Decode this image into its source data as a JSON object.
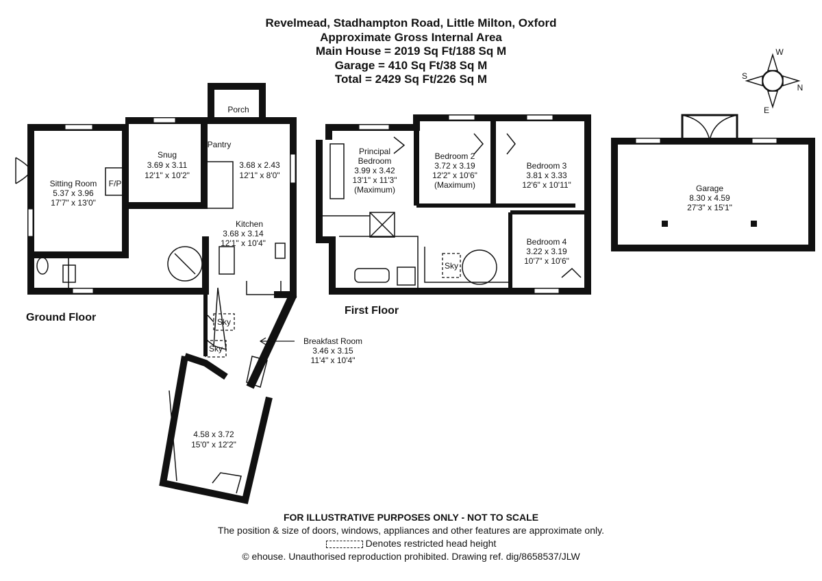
{
  "title": {
    "address": "Revelmead, Stadhampton Road, Little Milton, Oxford",
    "subtitle": "Approximate Gross Internal Area",
    "main_house": "Main House = 2019 Sq Ft/188 Sq M",
    "garage": "Garage = 410 Sq Ft/38 Sq M",
    "total": "Total = 2429 Sq Ft/226 Sq M"
  },
  "compass": {
    "w": "W",
    "s": "S",
    "n": "N",
    "e": "E"
  },
  "floors": {
    "ground": "Ground Floor",
    "first": "First Floor"
  },
  "rooms": {
    "sitting": {
      "name": "Sitting Room",
      "metric": "5.37 x 3.96",
      "imperial": "17'7\" x 13'0\""
    },
    "fp": "F/P",
    "snug": {
      "name": "Snug",
      "metric": "3.69 x 3.11",
      "imperial": "12'1\" x 10'2\""
    },
    "porch": "Porch",
    "pantry": "Pantry",
    "utility": {
      "metric": "3.68 x 2.43",
      "imperial": "12'1\" x 8'0\""
    },
    "kitchen": {
      "name": "Kitchen",
      "metric": "3.68 x 3.14",
      "imperial": "12'1\" x 10'4\""
    },
    "sky": "Sky",
    "breakfast": {
      "name": "Breakfast Room",
      "metric": "3.46 x 3.15",
      "imperial": "11'4\" x 10'4\""
    },
    "garden_room": {
      "metric": "4.58 x 3.72",
      "imperial": "15'0\" x 12'2\""
    },
    "principal": {
      "name1": "Principal",
      "name2": "Bedroom",
      "metric": "3.99 x 3.42",
      "imperial": "13'1\" x 11'3\"",
      "note": "(Maximum)"
    },
    "bed2": {
      "name": "Bedroom 2",
      "metric": "3.72 x 3.19",
      "imperial": "12'2\" x 10'6\"",
      "note": "(Maximum)"
    },
    "bed3": {
      "name": "Bedroom 3",
      "metric": "3.81 x 3.33",
      "imperial": "12'6\" x 10'11\""
    },
    "bed4": {
      "name": "Bedroom 4",
      "metric": "3.22 x 3.19",
      "imperial": "10'7\" x 10'6\""
    },
    "garage": {
      "name": "Garage",
      "metric": "8.30 x 4.59",
      "imperial": "27'3\" x 15'1\""
    }
  },
  "footer": {
    "line1": "FOR ILLUSTRATIVE PURPOSES ONLY - NOT TO SCALE",
    "line2": "The position & size of doors, windows, appliances and other features are approximate only.",
    "line3": "Denotes restricted head height",
    "line4": "© ehouse. Unauthorised reproduction prohibited. Drawing ref. dig/8658537/JLW"
  }
}
